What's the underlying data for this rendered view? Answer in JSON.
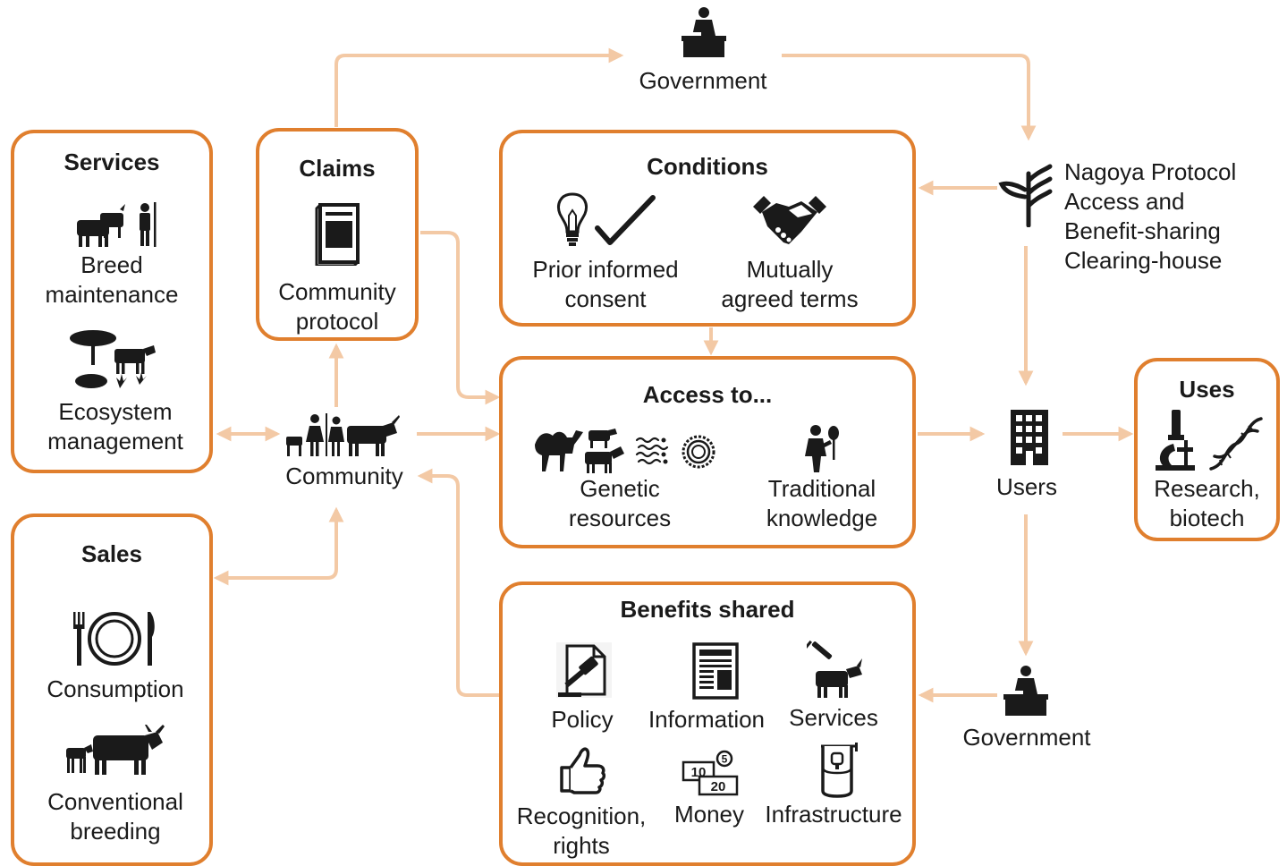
{
  "colors": {
    "accent": "#e07f2e",
    "arrow": "#f3c9a5",
    "ink": "#1a1a1a"
  },
  "services": {
    "title": "Services",
    "breed": "Breed\nmaintenance",
    "ecosystem": "Ecosystem\nmanagement",
    "icons": [
      "cattle-herder-icon",
      "tree-cattle-icon"
    ]
  },
  "claims": {
    "title": "Claims",
    "protocol": "Community\nprotocol",
    "icons": [
      "booklet-icon"
    ]
  },
  "conditions": {
    "title": "Conditions",
    "pic": "Prior informed\nconsent",
    "mat": "Mutually\nagreed terms",
    "icons": [
      "lightbulb-check-icon",
      "handshake-icon"
    ]
  },
  "access": {
    "title": "Access to...",
    "genetic": "Genetic\nresources",
    "traditional": "Traditional\nknowledge",
    "icons": [
      "camel-cattle-icon",
      "microbes-icon",
      "cell-icon",
      "person-plant-icon"
    ]
  },
  "benefits": {
    "title": "Benefits shared",
    "policy": "Policy",
    "information": "Information",
    "services": "Services",
    "recognition": "Recognition,\nrights",
    "money": "Money",
    "infrastructure": "Infrastructure",
    "money_icon_text": [
      "10",
      "20",
      "5"
    ],
    "icons": [
      "gavel-document-icon",
      "newspaper-icon",
      "vaccine-cow-icon",
      "thumbs-up-icon",
      "money-icon",
      "water-tower-icon"
    ]
  },
  "sales": {
    "title": "Sales",
    "consumption": "Consumption",
    "breeding": "Conventional\nbreeding",
    "icons": [
      "plate-cutlery-icon",
      "cattle-icon"
    ]
  },
  "uses": {
    "title": "Uses",
    "research": "Research,\nbiotech",
    "icons": [
      "microscope-icon",
      "dna-icon"
    ]
  },
  "community": {
    "label": "Community",
    "icons": [
      "community-livestock-icon"
    ]
  },
  "users": {
    "label": "Users",
    "icons": [
      "building-icon"
    ]
  },
  "government_top": {
    "label": "Government",
    "icons": [
      "government-desk-icon"
    ]
  },
  "government_bottom": {
    "label": "Government",
    "icons": [
      "government-desk-icon"
    ]
  },
  "nagoya": {
    "label": "Nagoya Protocol\nAccess and\nBenefit-sharing\nClearing-house",
    "icons": [
      "abs-leaf-logo-icon"
    ]
  }
}
